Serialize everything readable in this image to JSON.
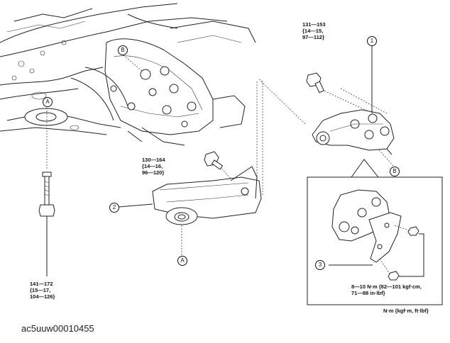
{
  "callouts": {
    "part1": "1",
    "part2": "2",
    "part3": "3",
    "ref_a_top": "A",
    "ref_a_bottom": "A",
    "ref_b_top": "B",
    "ref_b_right": "B"
  },
  "torques": {
    "upper_bolt": "131—153\n{14—15,\n97—112}",
    "middle_bolt": "130—164\n{14—16,\n96—120}",
    "left_bolt": "141—172\n{15—17,\n104—126}",
    "bracket_bolts": "8—10 N·m {82—101 kgf·cm,\n71—88 in·lbf}"
  },
  "units_legend": "N·m {kgf·m, ft·lbf}",
  "image_id": "ac5uuw00010455"
}
